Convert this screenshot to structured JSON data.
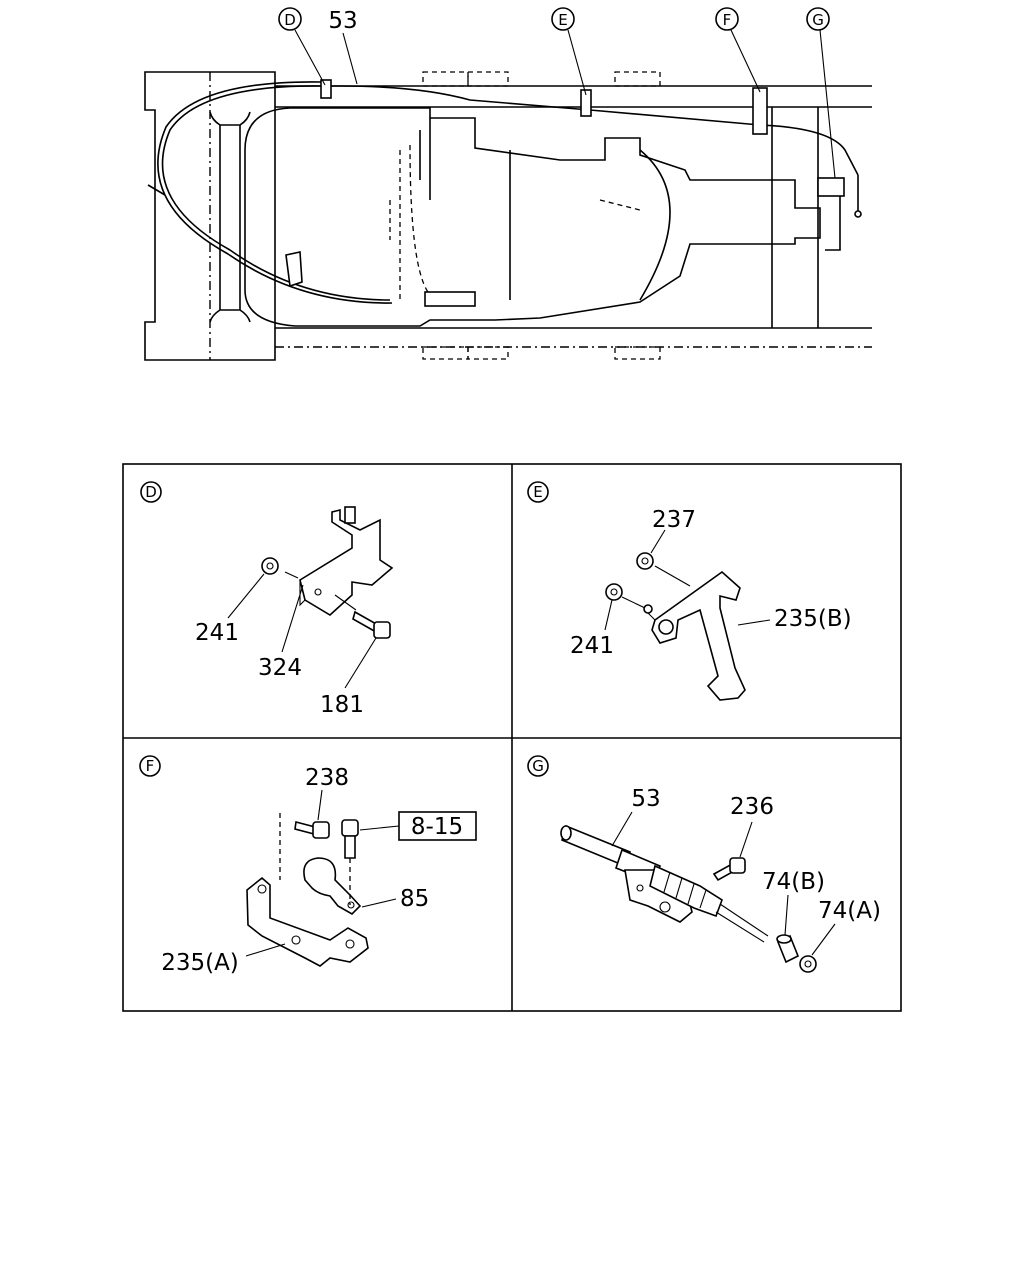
{
  "overview": {
    "callouts": {
      "d": "D",
      "e": "E",
      "f": "F",
      "g": "G",
      "cable": "53"
    }
  },
  "panels": {
    "d": {
      "letter": "D",
      "labels": [
        "241",
        "324",
        "181"
      ]
    },
    "e": {
      "letter": "E",
      "labels": [
        "237",
        "241",
        "235(B)"
      ]
    },
    "f": {
      "letter": "F",
      "labels": [
        "238",
        "8-15",
        "85",
        "235(A)"
      ]
    },
    "g": {
      "letter": "G",
      "labels": [
        "53",
        "236",
        "74(B)",
        "74(A)"
      ]
    }
  }
}
